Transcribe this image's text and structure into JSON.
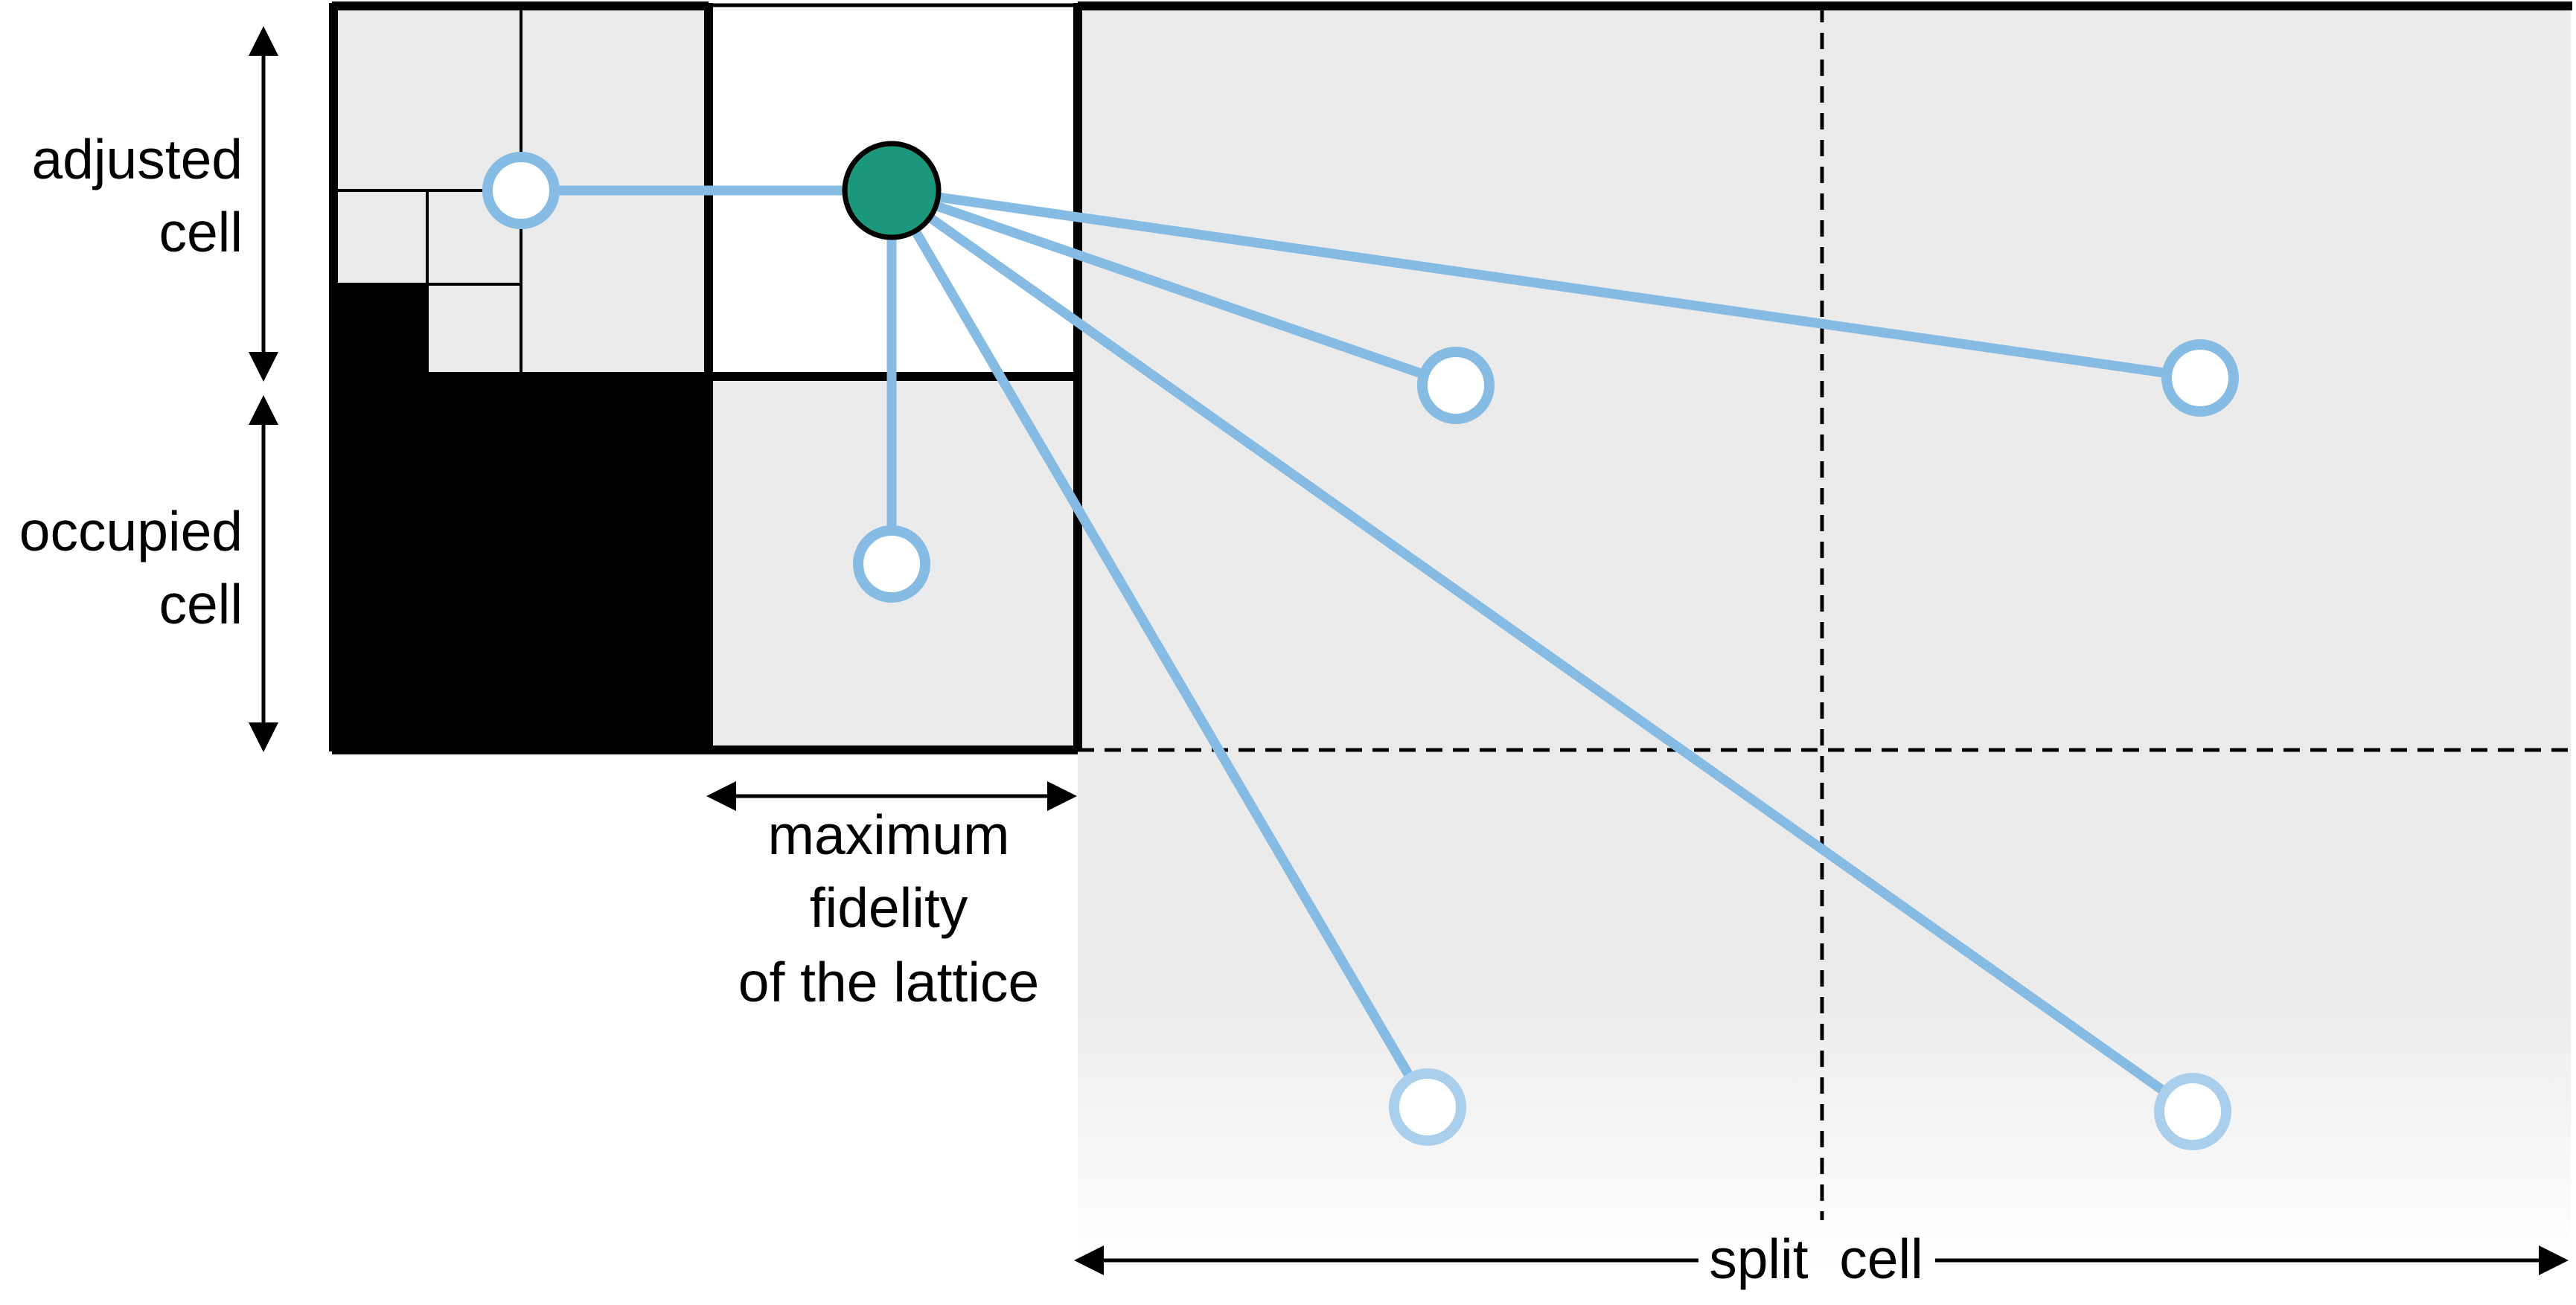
{
  "labels": {
    "adjusted_cell_line1": "adjusted",
    "adjusted_cell_line2": "cell",
    "occupied_cell_line1": "occupied",
    "occupied_cell_line2": "cell",
    "max_fidelity_line1": "maximum",
    "max_fidelity_line2": "fidelity",
    "max_fidelity_line3": "of the lattice",
    "split_cell": "split  cell"
  },
  "colors": {
    "cell_fill": "#ebebeb",
    "occupied_fill": "#000000",
    "link_color": "#86bbe3",
    "source_node_fill": "#1b977b",
    "neighbor_node_fill": "#ffffff",
    "outline": "#000000"
  }
}
